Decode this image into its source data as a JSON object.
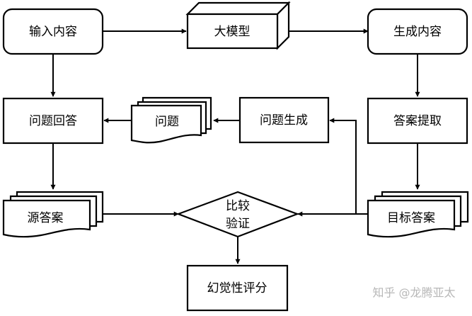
{
  "nodes": {
    "input": {
      "label": "输入内容",
      "shape": "rounded-rect"
    },
    "llm": {
      "label": "大模型",
      "shape": "3d-box"
    },
    "output": {
      "label": "生成内容",
      "shape": "rounded-rect"
    },
    "qa": {
      "label": "问题回答",
      "shape": "rect"
    },
    "questions": {
      "label": "问题",
      "shape": "multi-document"
    },
    "qgen": {
      "label": "问题生成",
      "shape": "rect"
    },
    "extract": {
      "label": "答案提取",
      "shape": "rect"
    },
    "source_answers": {
      "label": "源答案",
      "shape": "multi-document"
    },
    "compare": {
      "label_line1": "比较",
      "label_line2": "验证",
      "shape": "diamond"
    },
    "target_answers": {
      "label": "目标答案",
      "shape": "multi-document"
    },
    "score": {
      "label": "幻觉性评分",
      "shape": "rect"
    }
  },
  "edges": [
    {
      "from": "输入内容",
      "to": "大模型"
    },
    {
      "from": "大模型",
      "to": "生成内容"
    },
    {
      "from": "输入内容",
      "to": "问题回答"
    },
    {
      "from": "生成内容",
      "to": "答案提取"
    },
    {
      "from": "问题生成",
      "to": "问题"
    },
    {
      "from": "问题",
      "to": "问题回答"
    },
    {
      "from": "问题回答",
      "to": "源答案"
    },
    {
      "from": "答案提取",
      "to": "目标答案"
    },
    {
      "from": "源答案",
      "to": "比较验证"
    },
    {
      "from": "目标答案",
      "to": "比较验证"
    },
    {
      "from": "目标答案",
      "to": "问题生成"
    },
    {
      "from": "比较验证",
      "to": "幻觉性评分"
    }
  ],
  "watermark": "知乎 @龙腾亚太"
}
